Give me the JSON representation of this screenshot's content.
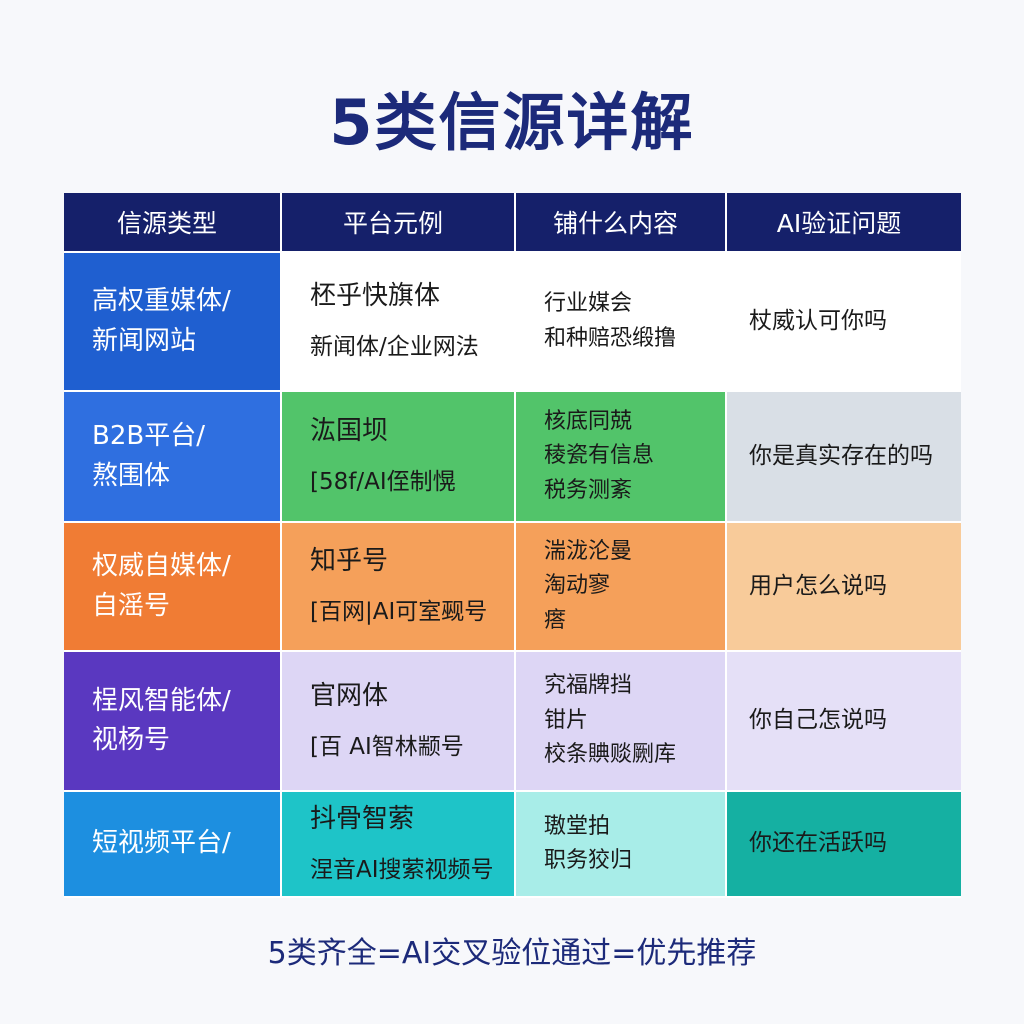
{
  "title": "5类信源详解",
  "headers": [
    "信源类型",
    "平台元例",
    "铺什么内容",
    "AI验证问题"
  ],
  "rows": [
    {
      "type": [
        "高权重媒体/",
        "新闻网站"
      ],
      "platform": [
        "柸乎快旗体",
        "新闻体/企业网法"
      ],
      "content": [
        "行业媒会",
        "和种赔恐缎撸"
      ],
      "question": "杖威认可你吗"
    },
    {
      "type": [
        "B2B平台/",
        "熬围体"
      ],
      "platform": [
        "汯国坝",
        "[58f/AI侄制愰"
      ],
      "content": [
        "核底同兢",
        "稜瓷有信息",
        "税务测紊"
      ],
      "question": "你是真实存在的吗"
    },
    {
      "type": [
        "权威自媒体/",
        "自滛号"
      ],
      "platform": [
        "知乎号",
        "[百网|AI可室觋号"
      ],
      "content": [
        "湍泷沦曼",
        "淘动寥",
        "瘩"
      ],
      "question": "用户怎么说吗"
    },
    {
      "type": [
        "桯风智能体/",
        "视杨号"
      ],
      "platform": [
        "官网体",
        "[百 AI智林颛号"
      ],
      "content": [
        "究福牌挡",
        "钳片",
        "校条賟赕劂库"
      ],
      "question": "你自己怎说吗"
    },
    {
      "type": [
        "短视频平台/"
      ],
      "platform": [
        "抖骨智萦",
        "涅音AI搜萦视频号"
      ],
      "content": [
        "璈堂拍",
        "职务狡归"
      ],
      "question": "你还在活跃吗"
    }
  ],
  "footer": "5类齐全=AI交叉验位通过=优先推荐"
}
